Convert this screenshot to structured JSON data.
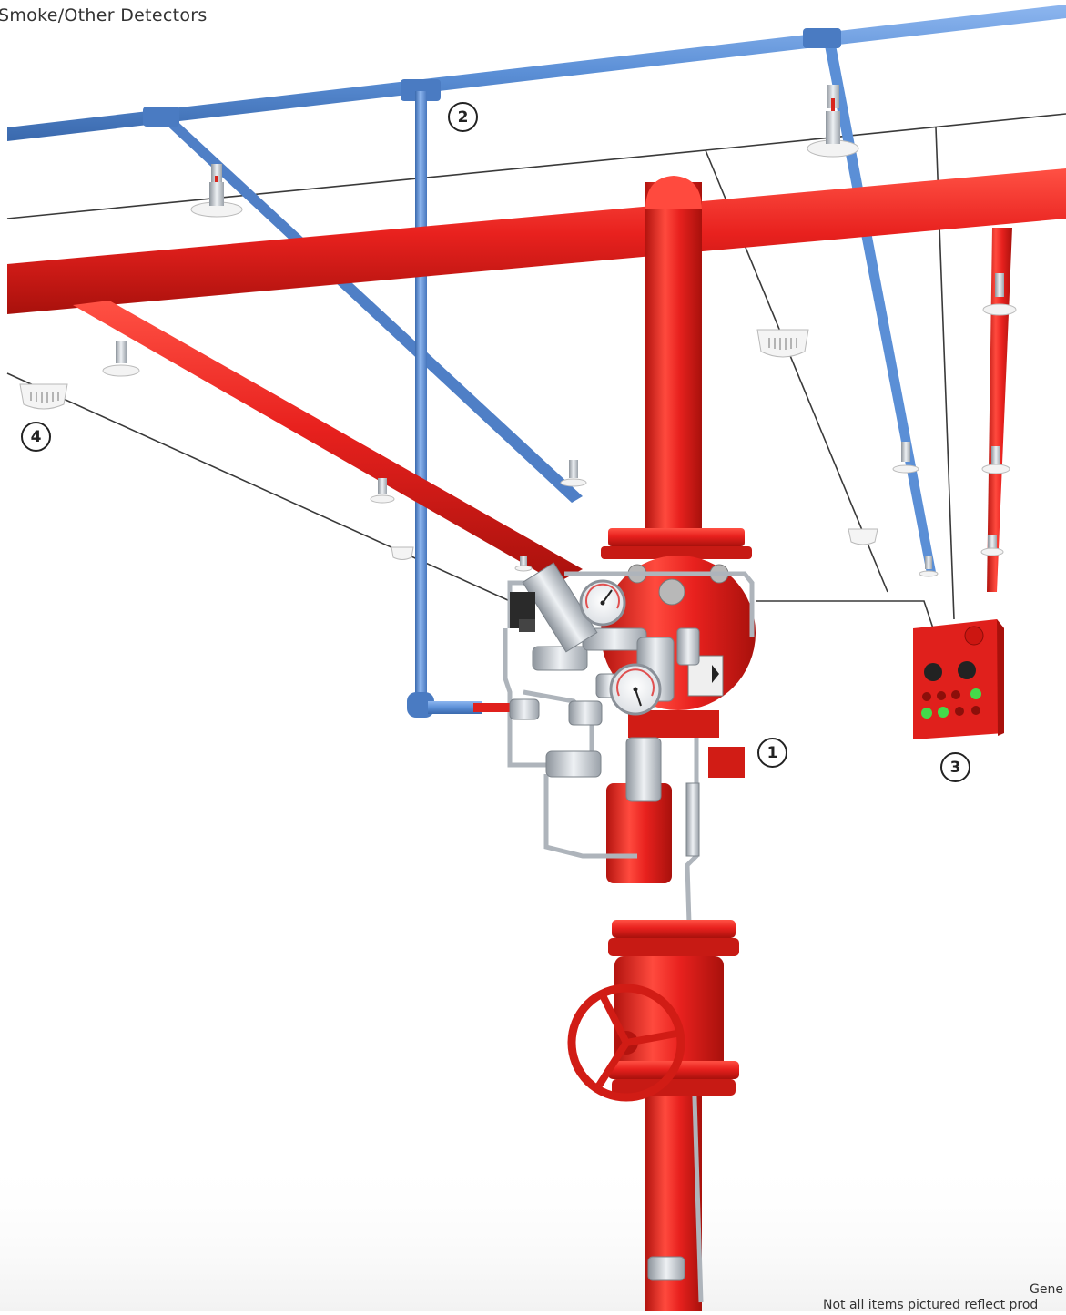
{
  "header": {
    "caption": "Smoke/Other Detectors"
  },
  "callouts": [
    {
      "id": "valve",
      "label": "1"
    },
    {
      "id": "air-line",
      "label": "2"
    },
    {
      "id": "control-panel",
      "label": "3"
    },
    {
      "id": "detector",
      "label": "4"
    }
  ],
  "footer": {
    "line1": "Gene",
    "line2": "Not all items pictured reflect prod"
  },
  "colors": {
    "water_pipe": "#e8211e",
    "air_pipe": "#5b8fd6",
    "panel": "#e0201c",
    "wire": "#3a3a3a",
    "steel": "#c8ccd2"
  },
  "icons": [
    "sprinkler-head-icon",
    "smoke-detector-icon",
    "pressure-gauge-icon",
    "gate-valve-wheel-icon",
    "indicator-lamp-icon"
  ]
}
